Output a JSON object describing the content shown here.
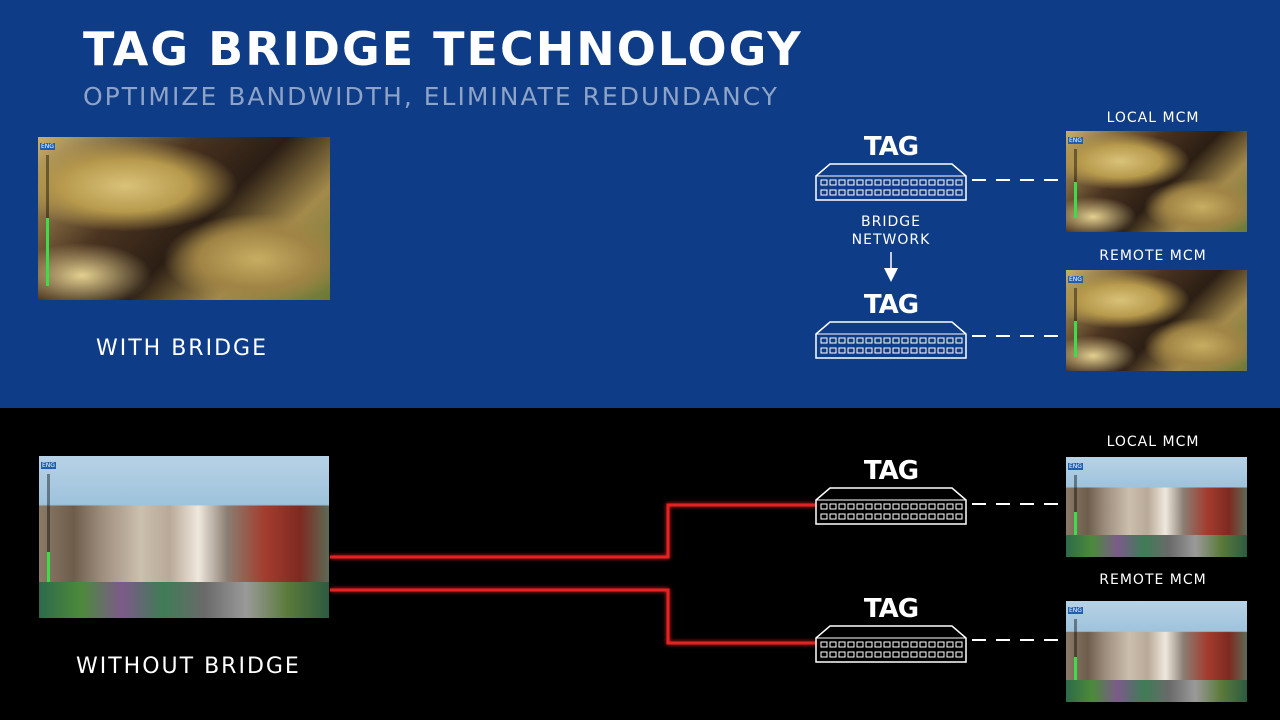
{
  "header": {
    "title": "TAG BRIDGE TECHNOLOGY",
    "subtitle": "OPTIMIZE BANDWIDTH, ELIMINATE REDUNDANCY"
  },
  "with_bridge": {
    "label": "WITH BRIDGE",
    "source_image": "butterfly-wing-closeup",
    "tag_logo": "TAG",
    "bridge_network_label_line1": "BRIDGE",
    "bridge_network_label_line2": "NETWORK",
    "local_label": "LOCAL MCM",
    "remote_label": "REMOTE MCM",
    "meter_label": "ENG",
    "link_color": "#cfe6ff"
  },
  "without_bridge": {
    "label": "WITHOUT BRIDGE",
    "source_image": "flatiron-city-street",
    "tag_logo": "TAG",
    "local_label": "LOCAL MCM",
    "remote_label": "REMOTE MCM",
    "meter_label": "ENG",
    "link_color": "#e52420"
  },
  "colors": {
    "top_background": "#0f3c86",
    "bottom_background": "#000000",
    "subtitle": "#8da3c7",
    "meter_fill": "#3ddc4a"
  }
}
